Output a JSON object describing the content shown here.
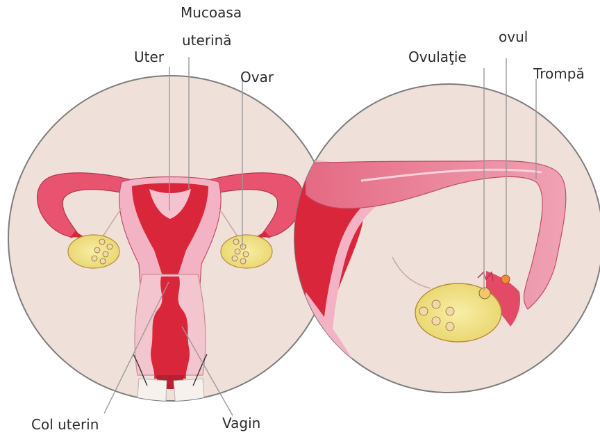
{
  "labels": {
    "mucoasa": "Mucoasa",
    "uterina": "uterină",
    "uter": "Uter",
    "ovar": "Ovar",
    "ovulatie": "Ovulaţie",
    "ovul": "ovul",
    "trompa": "Trompă",
    "col_uterin": "Col uterin",
    "vagin": "Vagin"
  },
  "colors": {
    "circle_fill": "#efe1d9",
    "circle_stroke": "#7d7d7d",
    "uterus_red": "#d9263a",
    "uterus_pink": "#f3b3c4",
    "ovary_yellow": "#f3e48a",
    "leader_line": "#9a9a9a"
  }
}
